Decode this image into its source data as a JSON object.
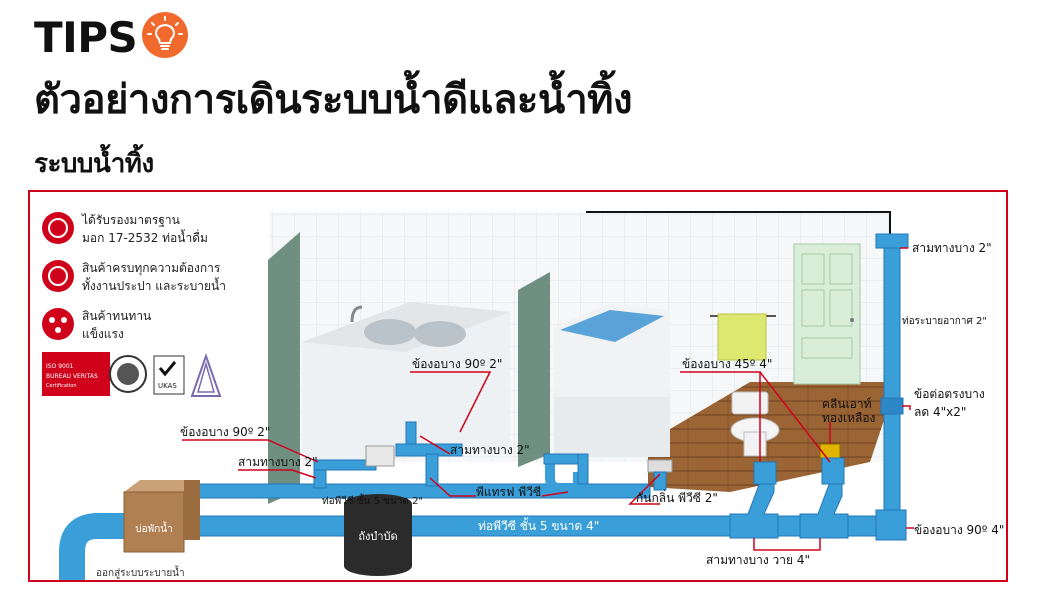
{
  "header": {
    "tips": "TIPS",
    "title": "ตัวอย่างการเดินระบบน้ำดีและน้ำทิ้ง",
    "subtitle": "ระบบน้ำทิ้ง"
  },
  "features": [
    {
      "line1": "ได้รับรองมาตรฐาน",
      "line2": "มอก 17-2532 ท่อน้ำดื่ม"
    },
    {
      "line1": "สินค้าครบทุกความต้องการ",
      "line2": "ทั้งงานประปา และระบายน้ำ"
    },
    {
      "line1": "สินค้าทนทาน",
      "line2": "แข็งแรง"
    }
  ],
  "cert": {
    "iso": "ISO 9001",
    "bv": "BUREAU VERITAS",
    "bv_sub": "Certification",
    "ukas": "UKAS"
  },
  "labels": {
    "elbow90_2": "ข้องอบาง 90º 2\"",
    "elbow90_2_sink": "ข้องอบาง 90º 2\"",
    "tee_2_sink": "สามทางบาง 2\"",
    "tee_2_left": "สามทางบาง 2\"",
    "pipe_2": "ท่อพีวีซี ชั้น 5 ขนาด 2\"",
    "ptrap": "พีแทรฟ พีวีซี",
    "floor_drain": "กันกลิ่น พีวีซี 2\"",
    "elbow45_4": "ข้องอบาง 45º 4\"",
    "cleanout": "คลีนเอาท์\nทองเหลือง",
    "tee_2_top": "สามทางบาง 2\"",
    "vent_pipe": "ท่อระบายอากาศ 2\"",
    "reducer": "ข้อต่อตรงบาง\nลด 4\"x2\"",
    "elbow90_4": "ข้องอบาง 90º 4\"",
    "tee_4_y": "สามทางบาง วาย 4\"",
    "pipe_4": "ท่อพีวีซี ชั้น 5 ขนาด 4\"",
    "grease_trap": "ถังบำบัด",
    "sump": "บ่อพักน้ำ",
    "outlet": "ออกสู่ระบบระบายน้ำ"
  },
  "colors": {
    "pipe": "#3a9fd8",
    "pipe_dark": "#2277b8",
    "accent": "#d0021b",
    "bulb": "#f06a2e",
    "floor": "#8b5a2b"
  }
}
